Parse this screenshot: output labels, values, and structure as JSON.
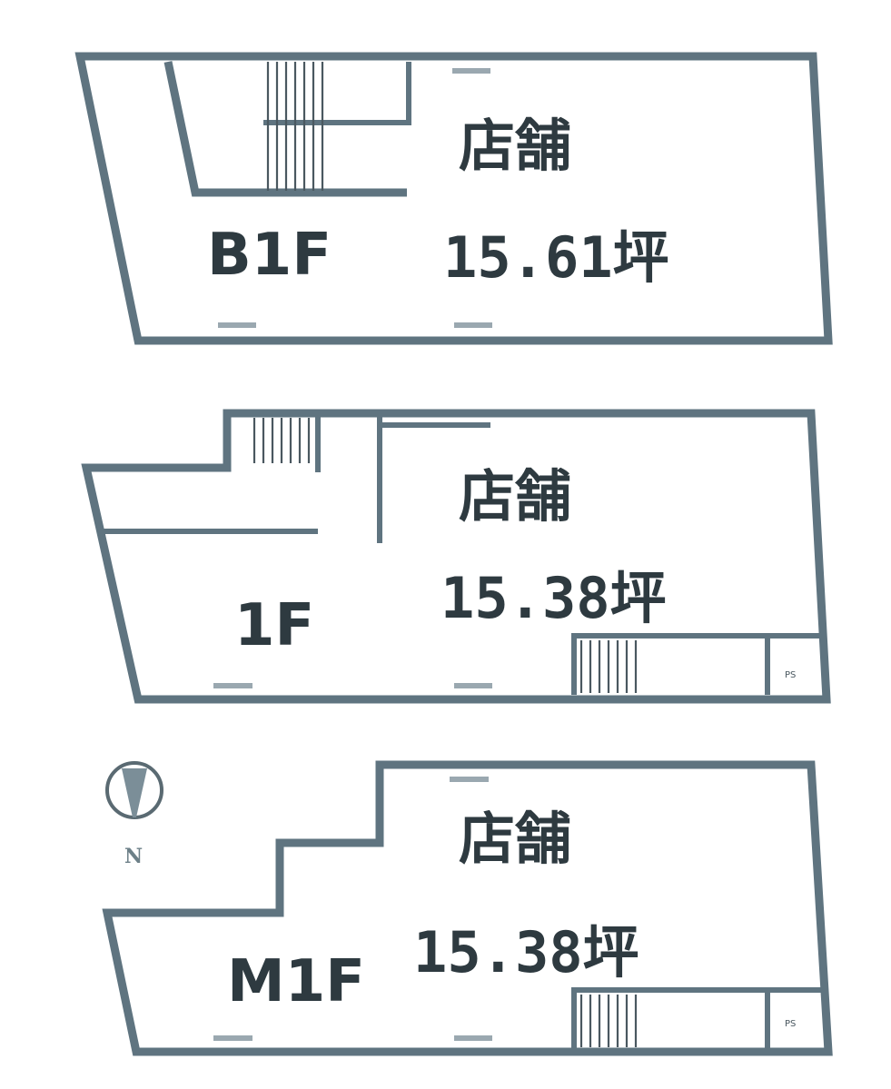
{
  "plans": [
    {
      "floor": "B1F",
      "use": "店舗",
      "area": "15.61坪"
    },
    {
      "floor": "1F",
      "use": "店舗",
      "area": "15.38坪",
      "ps_label": "PS"
    },
    {
      "floor": "M1F",
      "use": "店舗",
      "area": "15.38坪",
      "ps_label": "PS"
    }
  ],
  "compass": {
    "label": "N"
  },
  "colors": {
    "wall": "#5f7480",
    "text": "#2e3a40"
  }
}
